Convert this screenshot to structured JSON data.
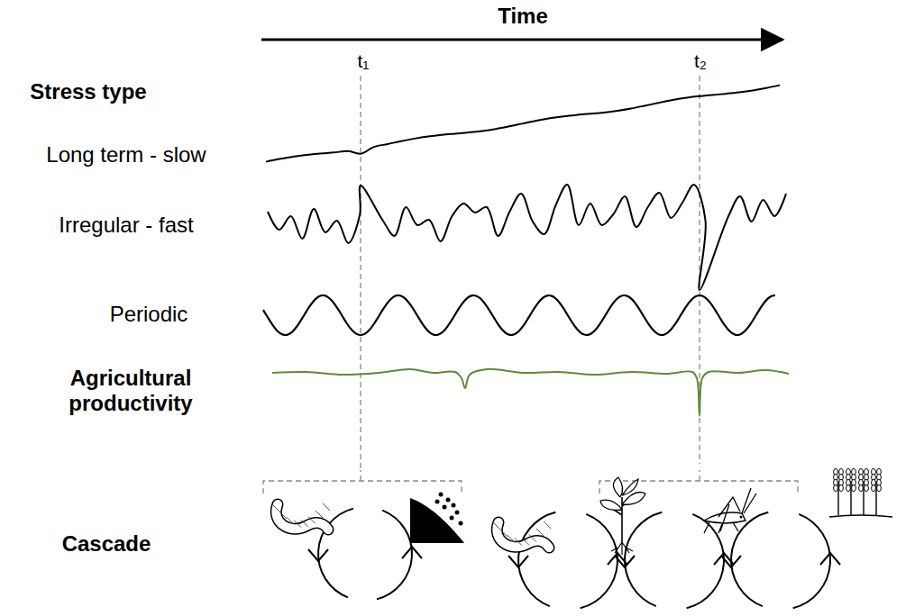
{
  "diagram": {
    "labels": [
      "Time",
      "t₁",
      "t₂",
      "Stress type",
      "Long term - slow",
      "Irregular - fast",
      "Periodic",
      "Agricultural productivity",
      "Cascade"
    ]
  }
}
